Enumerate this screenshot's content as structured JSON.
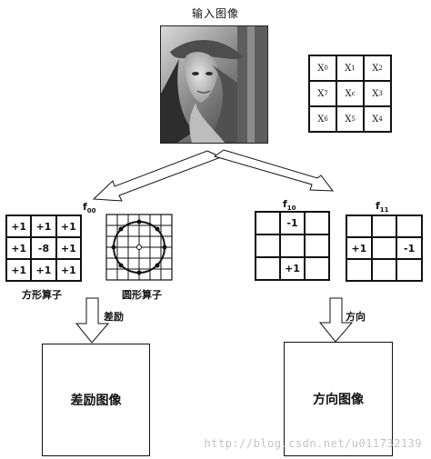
{
  "title": "输入图像",
  "pixel_grid": {
    "cells": [
      [
        "X",
        "0"
      ],
      [
        "X",
        "1"
      ],
      [
        "X",
        "2"
      ],
      [
        "X",
        "7"
      ],
      [
        "X",
        "c"
      ],
      [
        "X",
        "3"
      ],
      [
        "X",
        "6"
      ],
      [
        "X",
        "5"
      ],
      [
        "X",
        "4"
      ]
    ]
  },
  "square_operator": {
    "label_main": "f",
    "label_sub": "00",
    "cells": [
      "+1",
      "+1",
      "+1",
      "+1",
      "-8",
      "+1",
      "+1",
      "+1",
      "+1"
    ],
    "caption": "方形算子"
  },
  "circle_operator": {
    "caption": "圆形算子"
  },
  "f10": {
    "label_main": "f",
    "label_sub": "10",
    "cells": [
      "",
      "-1",
      "",
      "",
      "",
      "",
      "",
      "+1",
      ""
    ]
  },
  "f11": {
    "label_main": "f",
    "label_sub": "11",
    "cells": [
      "",
      "",
      "",
      "+1",
      "",
      "-1",
      "",
      "",
      ""
    ]
  },
  "left_arrow_label": "差励",
  "right_arrow_label": "方向",
  "left_output": "差励图像",
  "right_output": "方向图像",
  "watermark": "http://blog.csdn.net/u011732139"
}
